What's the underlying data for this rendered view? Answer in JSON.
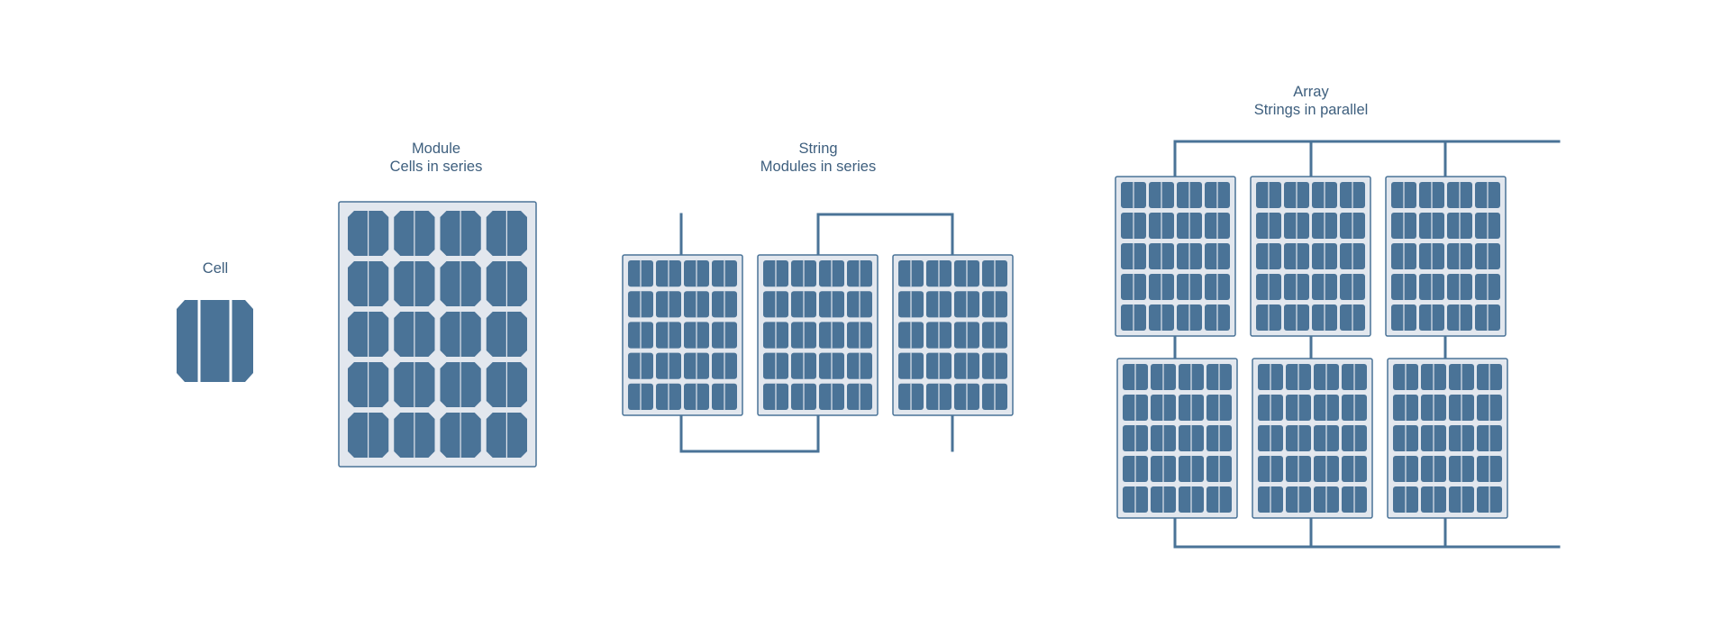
{
  "colors": {
    "accent": "#4a7397",
    "panel_fill": "#e2e7ee",
    "text": "#3e5f7e",
    "background": "#ffffff"
  },
  "cell": {
    "title": "Cell"
  },
  "module": {
    "title": "Module",
    "subtitle": "Cells in series"
  },
  "string": {
    "title": "String",
    "subtitle": "Modules in series"
  },
  "array": {
    "title": "Array",
    "subtitle": "Strings in parallel"
  }
}
